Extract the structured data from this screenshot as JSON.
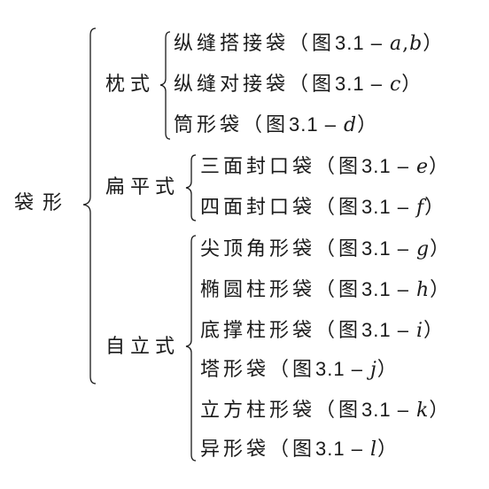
{
  "root": "袋形",
  "groups": [
    {
      "label": "枕式",
      "items": [
        {
          "name": "纵缝搭接袋",
          "fig": "（图",
          "num": "3.1 –",
          "letter": "a",
          "sep": ",",
          "letter2": "b",
          "close": "）"
        },
        {
          "name": "纵缝对接袋",
          "fig": "（图",
          "num": "3.1 –",
          "letter": "c",
          "sep": "",
          "letter2": "",
          "close": "）"
        },
        {
          "name": "筒形袋",
          "fig": "（图",
          "num": "3.1 –",
          "letter": "d",
          "sep": "",
          "letter2": "",
          "close": "）"
        }
      ]
    },
    {
      "label": "扁平式",
      "items": [
        {
          "name": "三面封口袋",
          "fig": "（图",
          "num": "3.1 –",
          "letter": "e",
          "sep": "",
          "letter2": "",
          "close": "）"
        },
        {
          "name": "四面封口袋",
          "fig": "（图",
          "num": "3.1 –",
          "letter": "f",
          "sep": "",
          "letter2": "",
          "close": "）"
        }
      ]
    },
    {
      "label": "自立式",
      "items": [
        {
          "name": "尖顶角形袋",
          "fig": "（图",
          "num": "3.1 –",
          "letter": "g",
          "sep": "",
          "letter2": "",
          "close": "）"
        },
        {
          "name": "椭圆柱形袋",
          "fig": "（图",
          "num": "3.1 –",
          "letter": "h",
          "sep": "",
          "letter2": "",
          "close": "）"
        },
        {
          "name": "底撑柱形袋",
          "fig": "（图",
          "num": "3.1 –",
          "letter": "i",
          "sep": "",
          "letter2": "",
          "close": "）"
        },
        {
          "name": "塔形袋",
          "fig": "（图",
          "num": "3.1 –",
          "letter": "j",
          "sep": "",
          "letter2": "",
          "close": "）"
        },
        {
          "name": "立方柱形袋",
          "fig": "（图",
          "num": "3.1 –",
          "letter": "k",
          "sep": "",
          "letter2": "",
          "close": "）"
        },
        {
          "name": "异形袋",
          "fig": "（图",
          "num": "3.1 –",
          "letter": "l",
          "sep": "",
          "letter2": "",
          "close": "）"
        }
      ]
    }
  ]
}
